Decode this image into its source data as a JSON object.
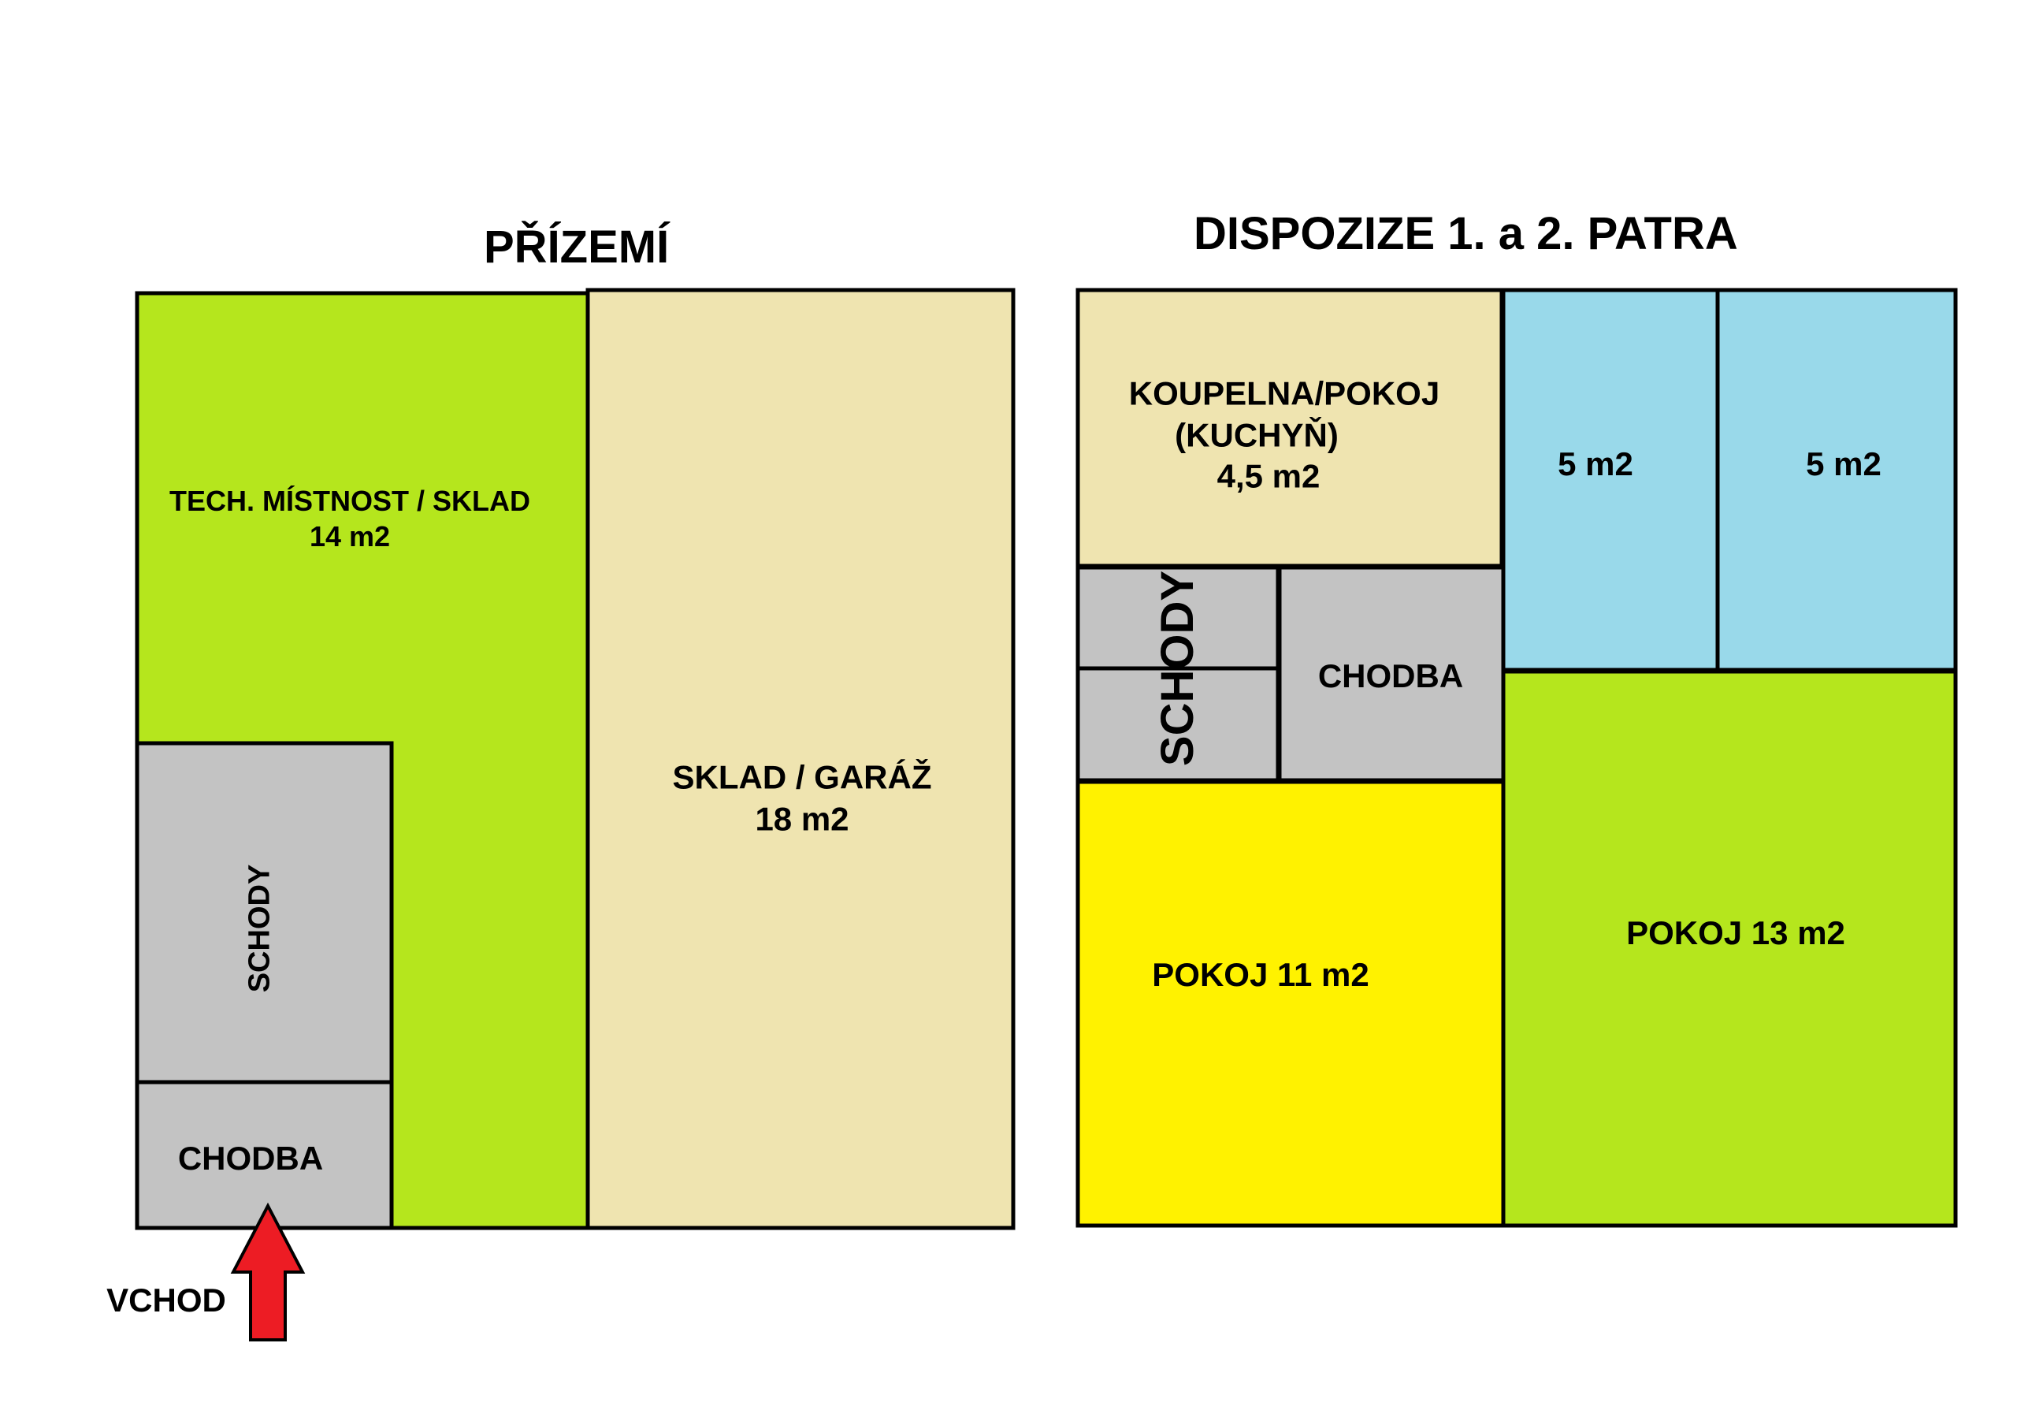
{
  "titles": {
    "ground": "PŘÍZEMÍ",
    "upper": "DISPOZIZE 1. a 2. PATRA"
  },
  "ground_floor": {
    "tech_room": {
      "name": "TECH. MÍSTNOST / SKLAD",
      "area": "14 m2"
    },
    "storage_garage": {
      "name": "SKLAD / GARÁŽ",
      "area": "18 m2"
    },
    "stairs": "SCHODY",
    "corridor": "CHODBA",
    "entrance": "VCHOD"
  },
  "upper_floors": {
    "bathroom": {
      "name": "KOUPELNA/POKOJ",
      "alt": "(KUCHYŇ)",
      "area": "4,5 m2"
    },
    "small_room_1": "5 m2",
    "small_room_2": "5 m2",
    "stairs": "SCHODY",
    "corridor": "CHODBA",
    "room_11": "POKOJ 11 m2",
    "room_13": "POKOJ 13 m2"
  },
  "colors": {
    "green": "#b5e61d",
    "beige": "#efe4b0",
    "grey": "#c3c3c3",
    "blue": "#99d9ea",
    "yellow": "#fff200",
    "arrow": "#ed1c24"
  }
}
